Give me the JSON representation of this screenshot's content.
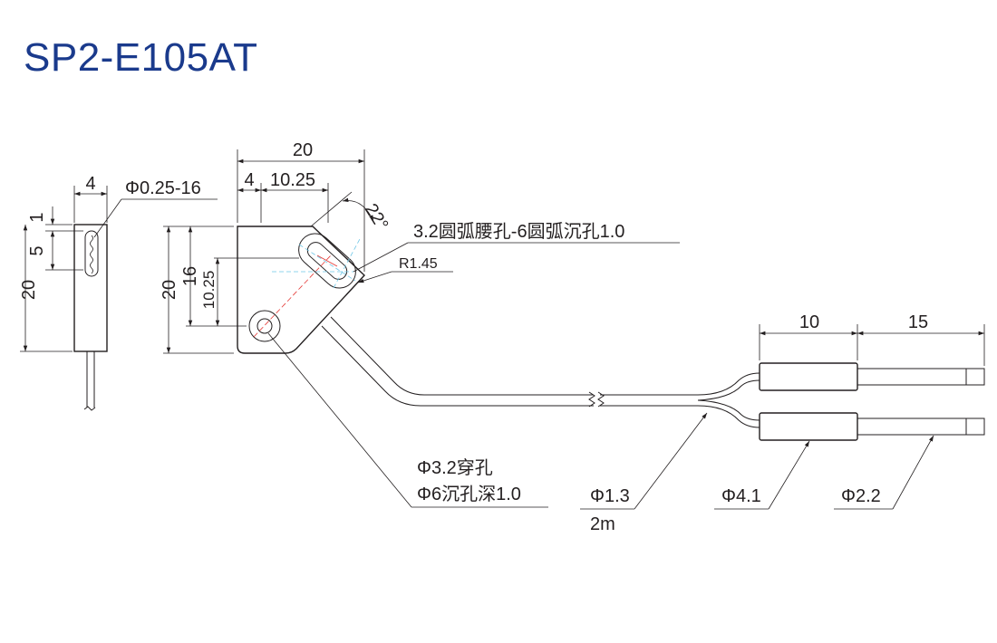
{
  "title": "SP2-E105AT",
  "colors": {
    "title": "#1a3a8c",
    "line": "#231f20",
    "center_line_red": "#e53935",
    "center_line_cyan": "#6ec6e6"
  },
  "side_view": {
    "width_dim": "4",
    "fiber_label": "Φ0.25-16",
    "dim_top": "1",
    "dim_window": "5",
    "dim_height": "20"
  },
  "front_view": {
    "dim_total_width": "20",
    "dim_left": "4",
    "dim_offset": "10.25",
    "dim_height": "20",
    "dim_16": "16",
    "dim_10_25": "10.25",
    "angle": "22°",
    "slot_note": "3.2圆弧腰孔-6圆弧沉孔1.0",
    "radius_note": "R1.45",
    "hole_note_1": "Φ3.2穿孔",
    "hole_note_2": "Φ6沉孔深1.0"
  },
  "cable": {
    "diameter": "Φ1.3",
    "length": "2m",
    "dim_sleeve": "10",
    "dim_tip": "15",
    "sleeve_diameter": "Φ4.1",
    "tip_diameter": "Φ2.2"
  }
}
